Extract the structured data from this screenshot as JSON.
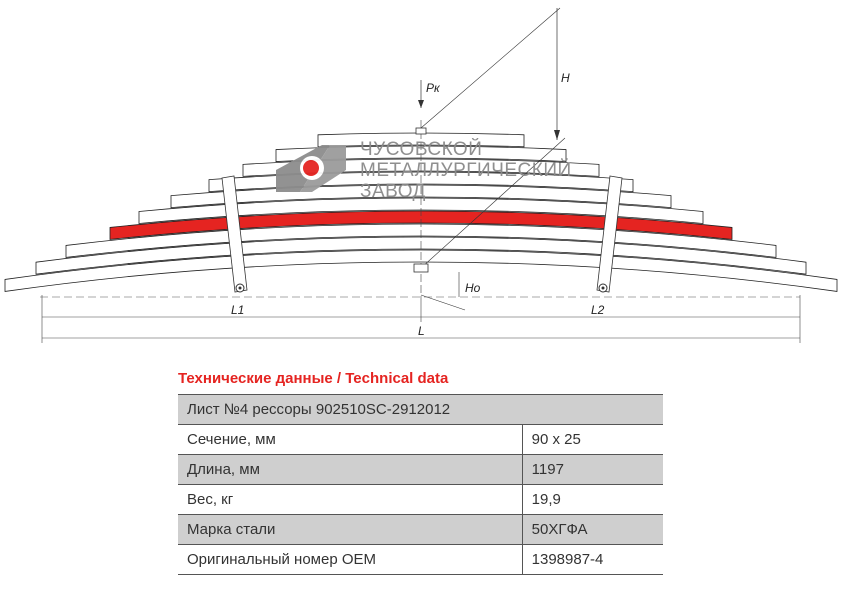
{
  "drawing": {
    "labels": {
      "pk": "Pк",
      "h": "H",
      "ho": "Ho",
      "l1": "L1",
      "l2": "L2",
      "l": "L"
    },
    "logo": {
      "line1": "ЧУСОВСКОЙ",
      "line2": "МЕТАЛЛУРГИЧЕСКИЙ",
      "line3": "ЗАВОД"
    },
    "highlight_color": "#e52421"
  },
  "table": {
    "title": "Технические данные / Technical data",
    "header": "Лист №4 рессоры 902510SC-2912012",
    "rows": [
      {
        "label": "Сечение, мм",
        "value": "90 x 25"
      },
      {
        "label": "Длина, мм",
        "value": "1197"
      },
      {
        "label": "Вес, кг",
        "value": "19,9"
      },
      {
        "label": "Марка стали",
        "value": "50ХГФА"
      },
      {
        "label": "Оригинальный номер OEM",
        "value": "1398987-4"
      }
    ]
  }
}
